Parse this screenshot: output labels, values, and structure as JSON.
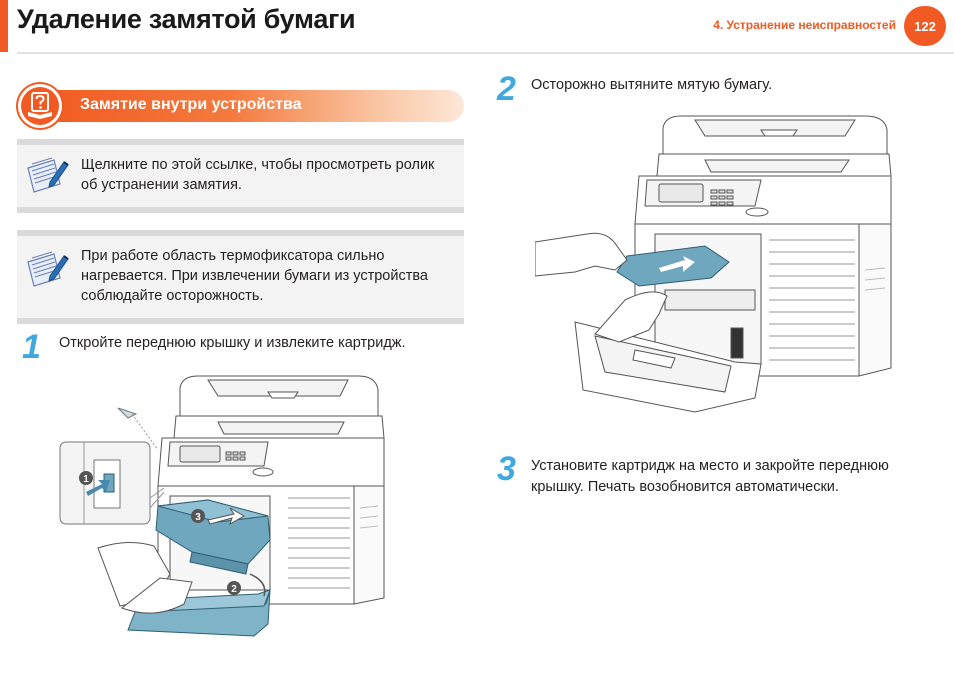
{
  "header": {
    "title": "Удаление замятой бумаги",
    "chapter": "4.  Устранение неисправностей",
    "page_number": "122"
  },
  "section": {
    "title": "Замятие внутри устройства",
    "icon": "question-book-icon"
  },
  "notes": [
    {
      "icon": "note-pencil-icon",
      "lines": [
        "Щелкните по этой ссылке, чтобы просмотреть ролик",
        "об устранении замятия."
      ]
    },
    {
      "icon": "note-pencil-icon",
      "lines": [
        "При работе область термофиксатора сильно",
        "нагревается. При извлечении бумаги из устройства",
        "соблюдайте осторожность."
      ]
    }
  ],
  "steps": [
    {
      "number": "1",
      "lines": [
        "Откройте переднюю крышку и извлеките картридж."
      ]
    },
    {
      "number": "2",
      "lines": [
        "Осторожно вытяните мятую бумагу."
      ]
    },
    {
      "number": "3",
      "lines": [
        "Установите картридж на место и закройте переднюю",
        "крышку. Печать возобновится автоматически."
      ]
    }
  ],
  "illustration_1": {
    "callouts": [
      "1",
      "2",
      "3"
    ]
  },
  "colors": {
    "accent": "#f15a22",
    "step": "#3fa9dd",
    "part": "#6fa7bf"
  }
}
